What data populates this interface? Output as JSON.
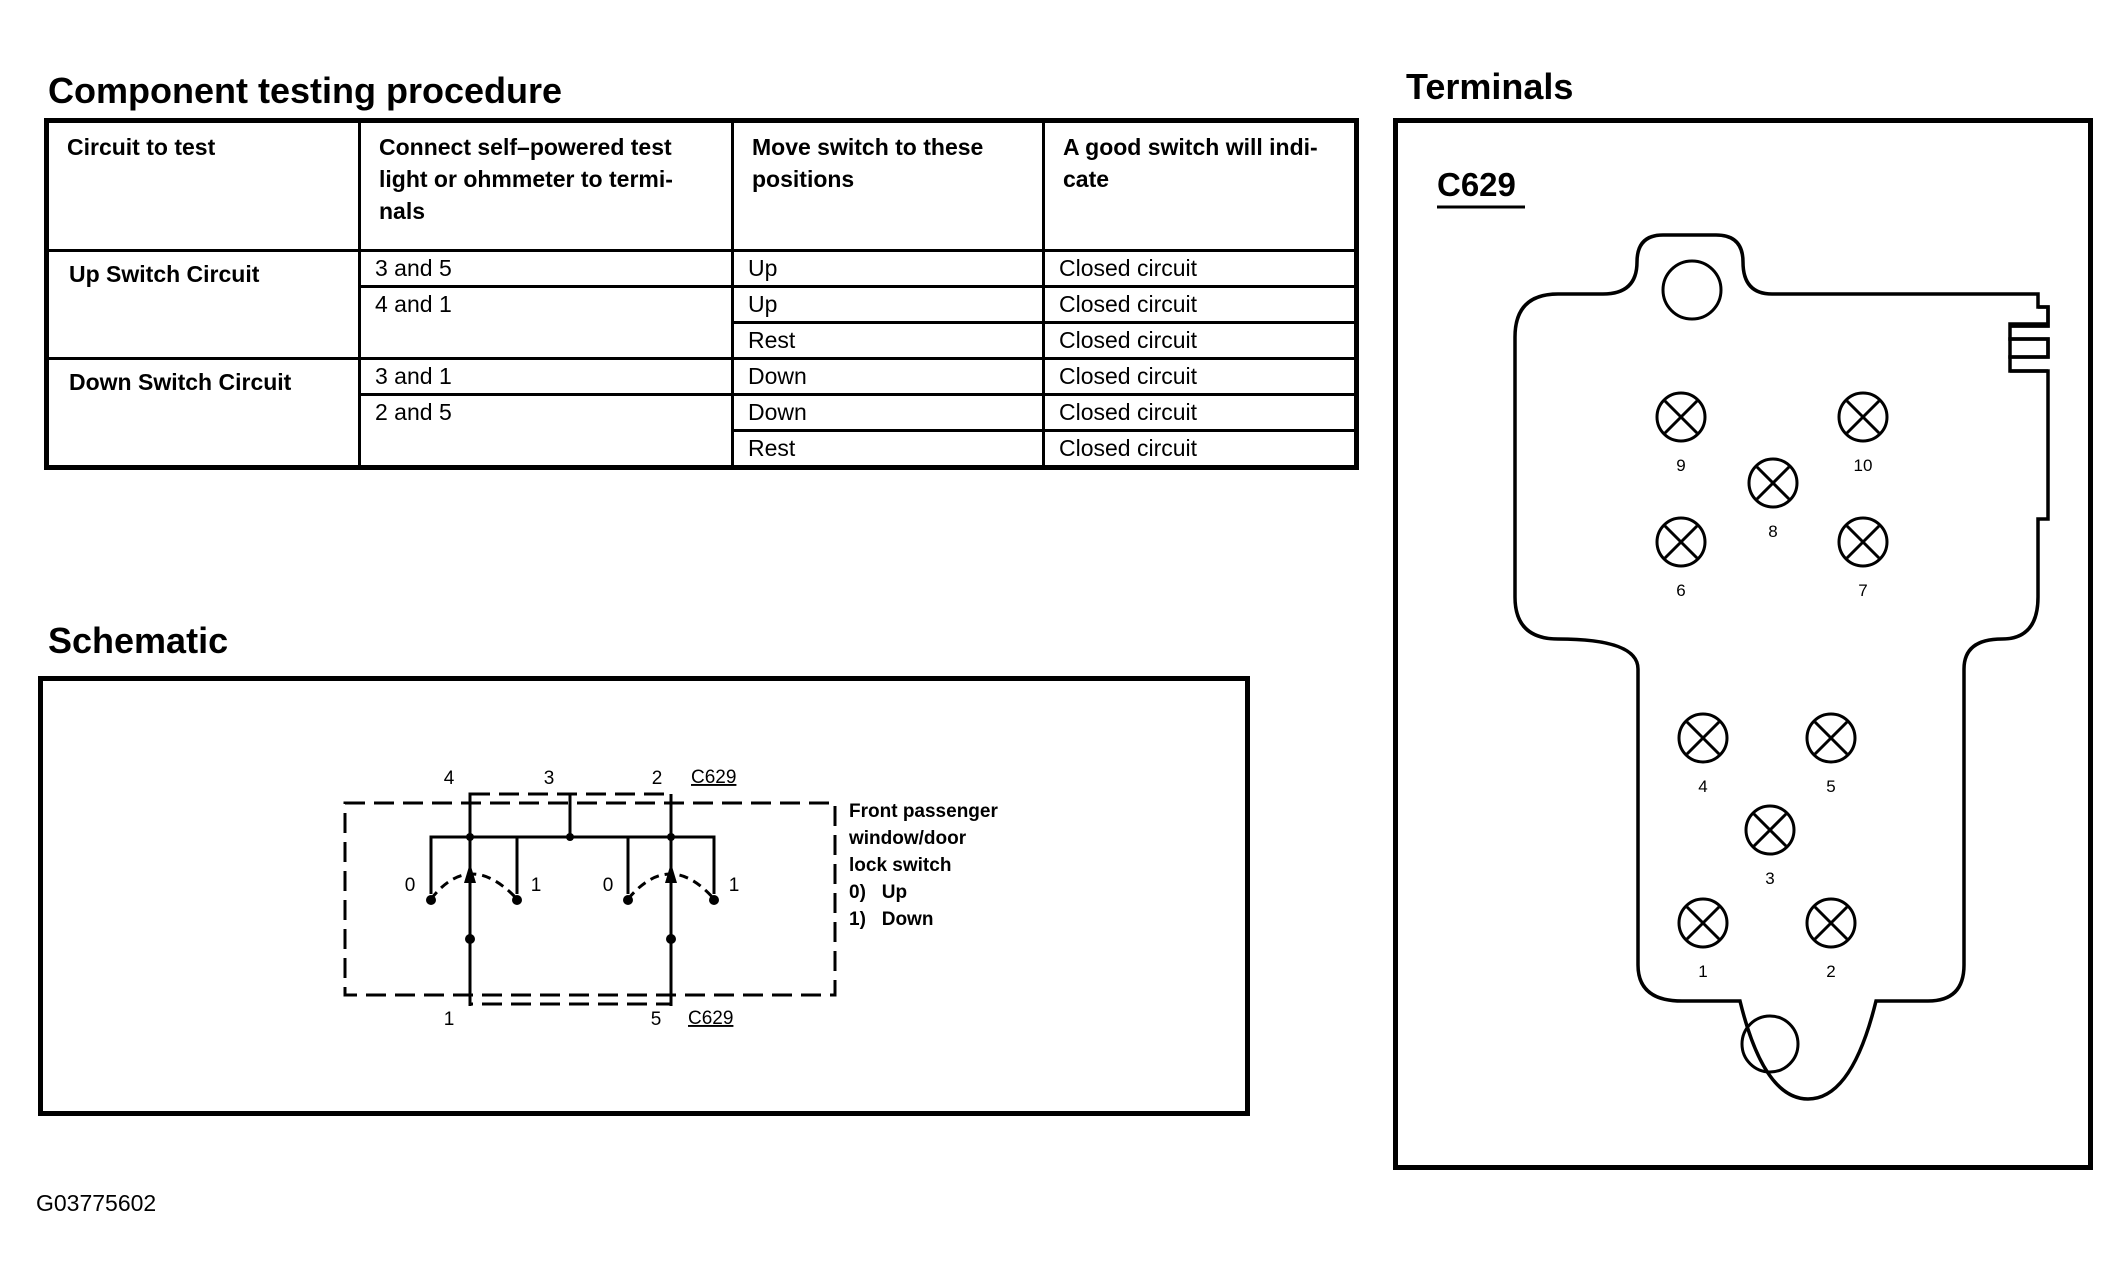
{
  "procedure": {
    "title": "Component testing procedure",
    "headers": [
      "Circuit to test",
      "Connect self–powered test light or ohmmeter to termi- nals",
      "Move switch to these positions",
      "A good switch will indi- cate"
    ],
    "groups": [
      {
        "circuit": "Up Switch Circuit",
        "rows": [
          {
            "terminals": "3 and 5",
            "position": "Up",
            "result": "Closed circuit"
          },
          {
            "terminals": "4 and 1",
            "position": "Up",
            "result": "Closed circuit"
          },
          {
            "terminals": "",
            "position": "Rest",
            "result": "Closed circuit"
          }
        ]
      },
      {
        "circuit": "Down Switch Circuit",
        "rows": [
          {
            "terminals": "3 and 1",
            "position": "Down",
            "result": "Closed circuit"
          },
          {
            "terminals": "2 and 5",
            "position": "Down",
            "result": "Closed circuit"
          },
          {
            "terminals": "",
            "position": "Rest",
            "result": "Closed circuit"
          }
        ]
      }
    ]
  },
  "schematic": {
    "title": "Schematic",
    "top_pins": [
      "4",
      "3",
      "2"
    ],
    "bottom_pins": [
      "1",
      "5"
    ],
    "connector_top": "C629",
    "connector_bottom": "C629",
    "pos_labels": [
      "0",
      "1",
      "0",
      "1"
    ],
    "description": [
      "Front passenger",
      "window/door",
      "lock switch",
      "0)   Up",
      "1)   Down"
    ]
  },
  "terminals": {
    "title": "Terminals",
    "connector": "C629",
    "pins": [
      "9",
      "10",
      "8",
      "6",
      "7",
      "4",
      "5",
      "3",
      "1",
      "2"
    ]
  },
  "caption": "G03775602"
}
